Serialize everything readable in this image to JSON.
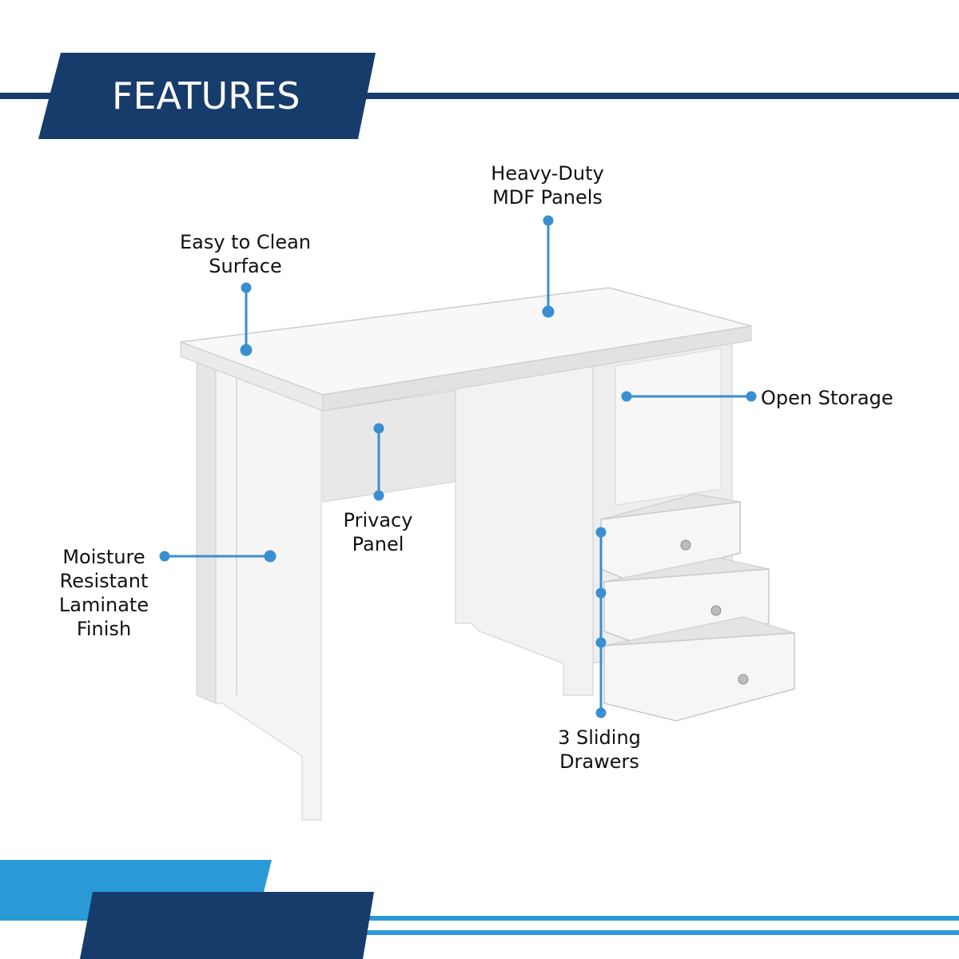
{
  "header": {
    "title": "FEATURES"
  },
  "colors": {
    "navy": "#163c6c",
    "accent_blue": "#2a9ad6",
    "callout_blue": "#3a8fd0",
    "desk_white": "#f4f4f4",
    "desk_shadow": "#d6d6d6"
  },
  "product_image": {
    "subject": "white desk with three sliding drawers"
  },
  "features": [
    {
      "lines": [
        "Heavy-Duty",
        "MDF Panels"
      ]
    },
    {
      "lines": [
        "Easy to Clean",
        "Surface"
      ]
    },
    {
      "lines": [
        "Open Storage"
      ]
    },
    {
      "lines": [
        "Privacy",
        "Panel"
      ]
    },
    {
      "lines": [
        "Moisture",
        "Resistant",
        "Laminate",
        "Finish"
      ]
    },
    {
      "lines": [
        "3 Sliding",
        "Drawers"
      ]
    }
  ]
}
